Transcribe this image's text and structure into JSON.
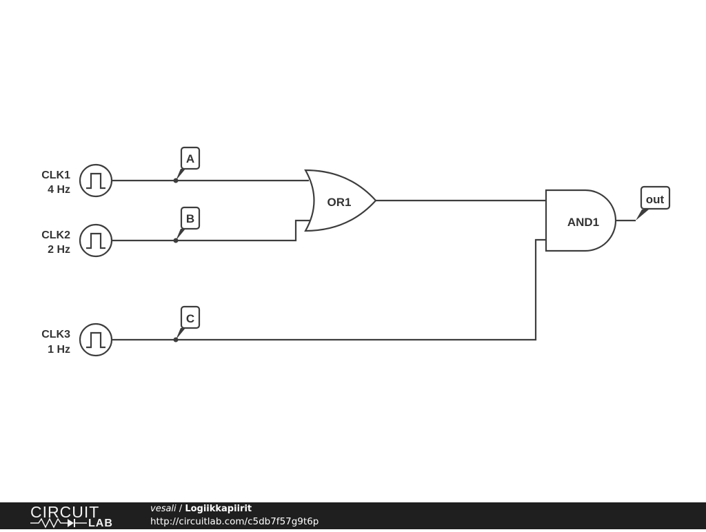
{
  "clocks": [
    {
      "name": "CLK1",
      "freq": "4 Hz"
    },
    {
      "name": "CLK2",
      "freq": "2 Hz"
    },
    {
      "name": "CLK3",
      "freq": "1 Hz"
    }
  ],
  "probes": {
    "a": "A",
    "b": "B",
    "c": "C",
    "out": "out"
  },
  "gates": {
    "or": "OR1",
    "and": "AND1"
  },
  "footer": {
    "logo_top": "CIRCUIT",
    "logo_bottom": "LAB",
    "user": "vesali",
    "separator": " / ",
    "title": "Logiikkapiirit",
    "url": "http://circuitlab.com/c5db7f57g9t6p"
  },
  "colors": {
    "line": "#3d3d3d",
    "footer_bg": "#1f1f1f",
    "text": "#333333"
  }
}
